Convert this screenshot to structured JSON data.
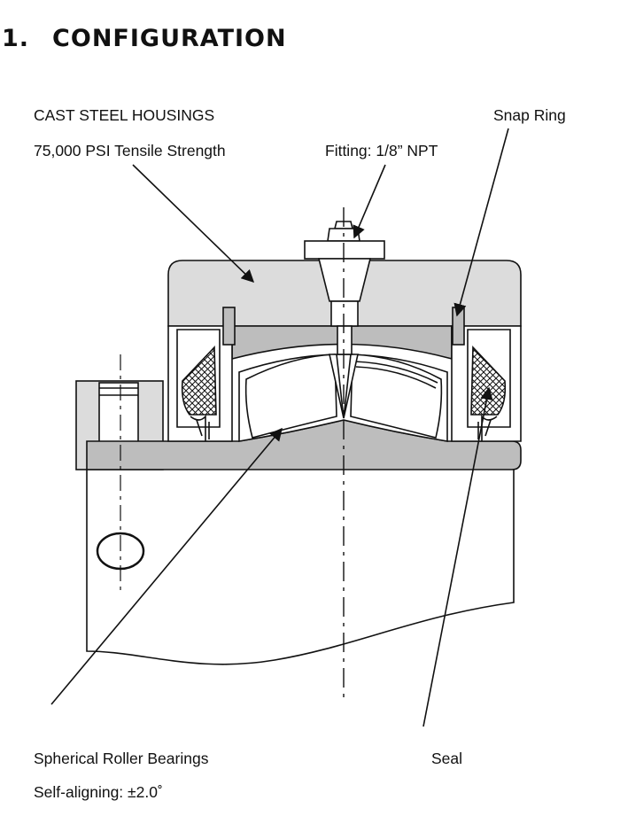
{
  "heading": {
    "number": "1.",
    "title": "CONFIGURATION"
  },
  "labels": {
    "housing": "CAST STEEL HOUSINGS",
    "tensile": "75,000 PSI Tensile Strength",
    "fitting": "Fitting: 1/8” NPT",
    "snap_ring": "Snap Ring",
    "roller_bearings": "Spherical Roller Bearings",
    "self_aligning": "Self-aligning:  ±2.0˚",
    "seal": "Seal"
  },
  "colors": {
    "housing_fill": "#dcdcdc",
    "inner_fill": "#bdbdbd",
    "outline": "#111111"
  }
}
